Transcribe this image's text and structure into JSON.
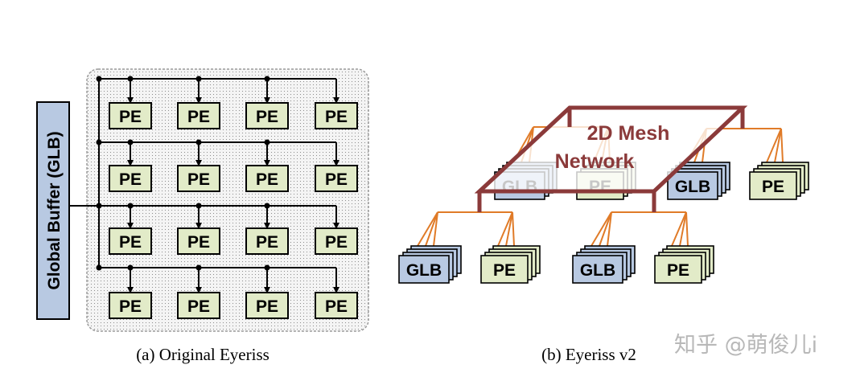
{
  "left_panel": {
    "glb_label": "Global Buffer (GLB)",
    "pe_label": "PE",
    "caption": "(a) Original Eyeriss"
  },
  "right_panel": {
    "mesh_label_line1": "2D Mesh",
    "mesh_label_line2": "Network",
    "glb_label": "GLB",
    "pe_label": "PE",
    "caption": "(b) Eyeriss v2"
  },
  "watermark": "知乎 @萌俊儿i",
  "colors": {
    "pe_fill": "#e2ebc8",
    "glb_fill": "#b8c9e2",
    "mesh_stroke": "#8b3a3a",
    "wire_orange": "#e07b28",
    "panel_fill": "#e6e6e6"
  }
}
